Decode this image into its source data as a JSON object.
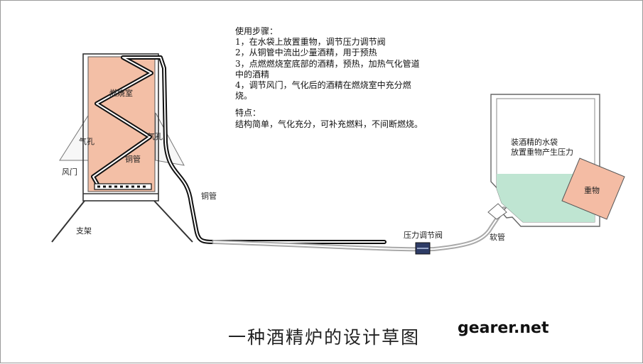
{
  "instructions": {
    "heading": "使用步骤：",
    "steps": [
      "1，在水袋上放置重物，调节压力调节阀",
      "2，从铜管中流出少量酒精，用于预热",
      "3，点燃燃烧室底部的酒精，预热，加热气化管道",
      "中的酒精",
      "4，调节风门，气化后的酒精在燃烧室中充分燃",
      "烧。"
    ],
    "features_heading": "特点：",
    "features": "结构简单，气化充分，可补充燃料，不间断燃烧。"
  },
  "labels": {
    "combustion_chamber": "燃烧室",
    "air_hole_left": "气孔",
    "air_hole_right": "气孔",
    "copper_inner": "铜管",
    "damper": "风门",
    "stand": "支架",
    "copper_pipe": "铜管",
    "pressure_valve": "压力调节阀",
    "hose": "软管",
    "bag_line1": "装酒精的水袋",
    "bag_line2": "放置重物产生压力",
    "weight": "重物"
  },
  "colors": {
    "chamber_fill": "#f3bfa6",
    "weight_fill": "#f4bca4",
    "liquid_fill": "#bfe5d2",
    "pipe_dark": "#111111",
    "hose_gray": "#a9a9a9",
    "valve_blue": "#2e3c66"
  },
  "title": "一种酒精炉的设计草图",
  "brand": "gearer.net"
}
